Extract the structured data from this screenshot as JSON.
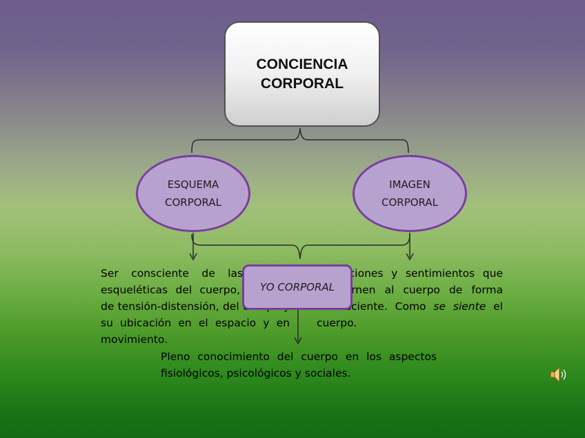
{
  "diagram": {
    "title_box": {
      "label": "CONCIENCIA\nCORPORAL"
    },
    "left_node": {
      "label": "ESQUEMA\nCORPORAL"
    },
    "right_node": {
      "label": "IMAGEN\nCORPORAL"
    },
    "center_node": {
      "label": "YO CORPORAL"
    },
    "left_description": {
      "text": "Ser consciente de las partes esqueléticas del cuerpo, estados de tensión-distensión, del cuerpo y su ubicación en el espacio y en movimiento."
    },
    "right_description": {
      "text_before": "Sensaciones y sentimientos que conciernen al cuerpo de forma inconsciente. Como ",
      "emphasis_1": "se siente",
      "text_after": " el cuerpo."
    },
    "bottom_description": {
      "text": "Pleno conocimiento del cuerpo en los aspectos fisiológicos, psicológicos y sociales."
    }
  },
  "icons": {
    "speaker": "speaker-icon"
  },
  "colors": {
    "node_fill": "#b7a2cf",
    "node_border": "#7a3d9f",
    "background_top": "#6e5d8e",
    "background_bottom": "#146a13"
  }
}
